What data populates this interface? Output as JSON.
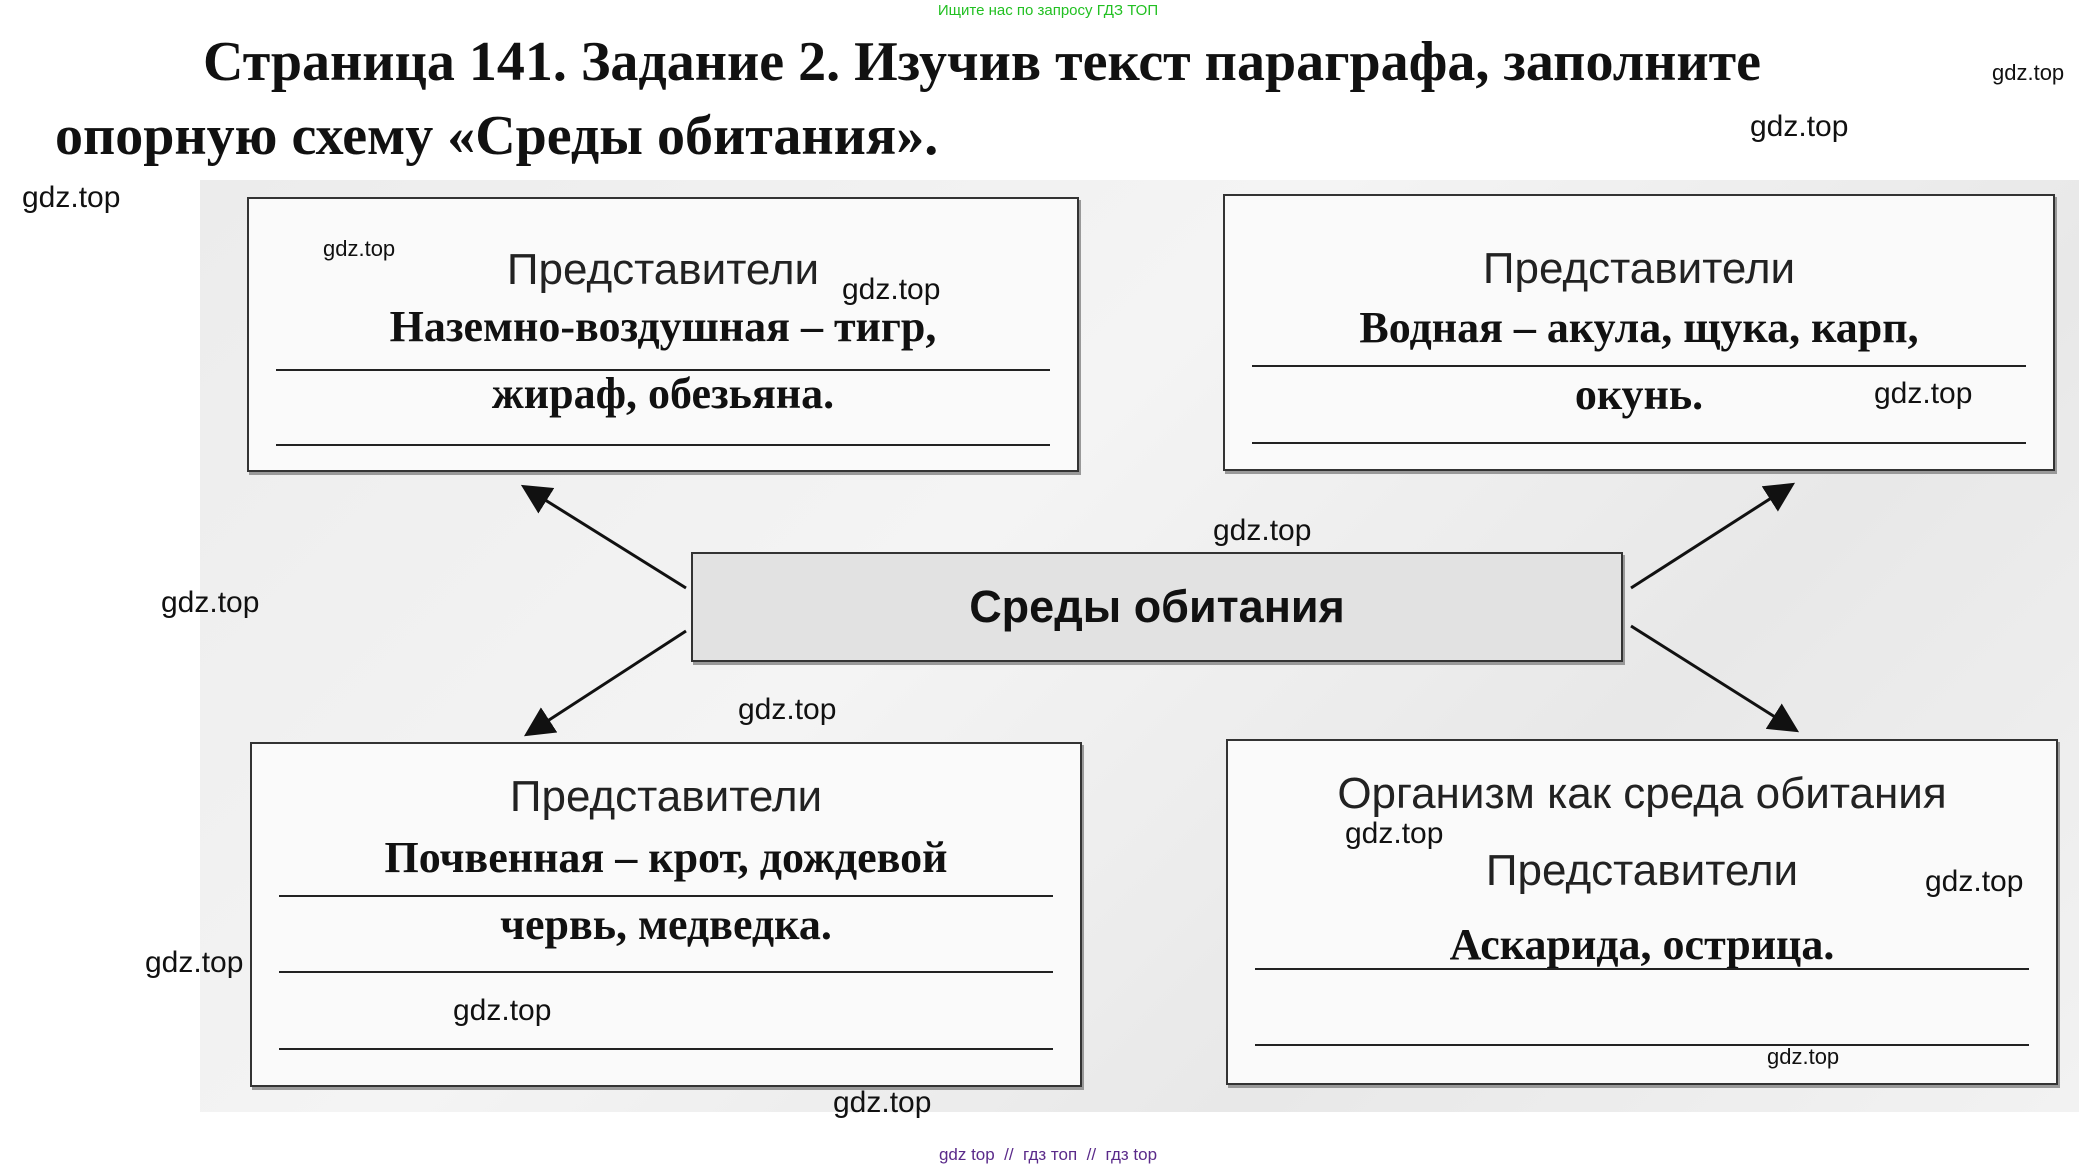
{
  "top_note": "Ищите нас по запросу ГДЗ ТОП",
  "title": {
    "line1": "Страница 141. Задание 2. Изучив текст параграфа, заполните",
    "line2": "опорную схему «Среды обитания»."
  },
  "diagram": {
    "center": "Среды обитания",
    "boxes": [
      {
        "header": "Представители",
        "lines": [
          "Наземно-воздушная – тигр,",
          "жираф, обезьяна."
        ]
      },
      {
        "header": "Представители",
        "lines": [
          "Водная – акула, щука, карп,",
          "окунь."
        ]
      },
      {
        "header": "Представители",
        "lines": [
          "Почвенная – крот, дождевой",
          "червь, медведка."
        ]
      },
      {
        "title": "Организм как среда обитания",
        "header": "Представители",
        "lines": [
          "Аскарида, острица."
        ]
      }
    ]
  },
  "watermark": "gdz.top",
  "footer": "gdz top  //  гдз топ  //  гдз top"
}
